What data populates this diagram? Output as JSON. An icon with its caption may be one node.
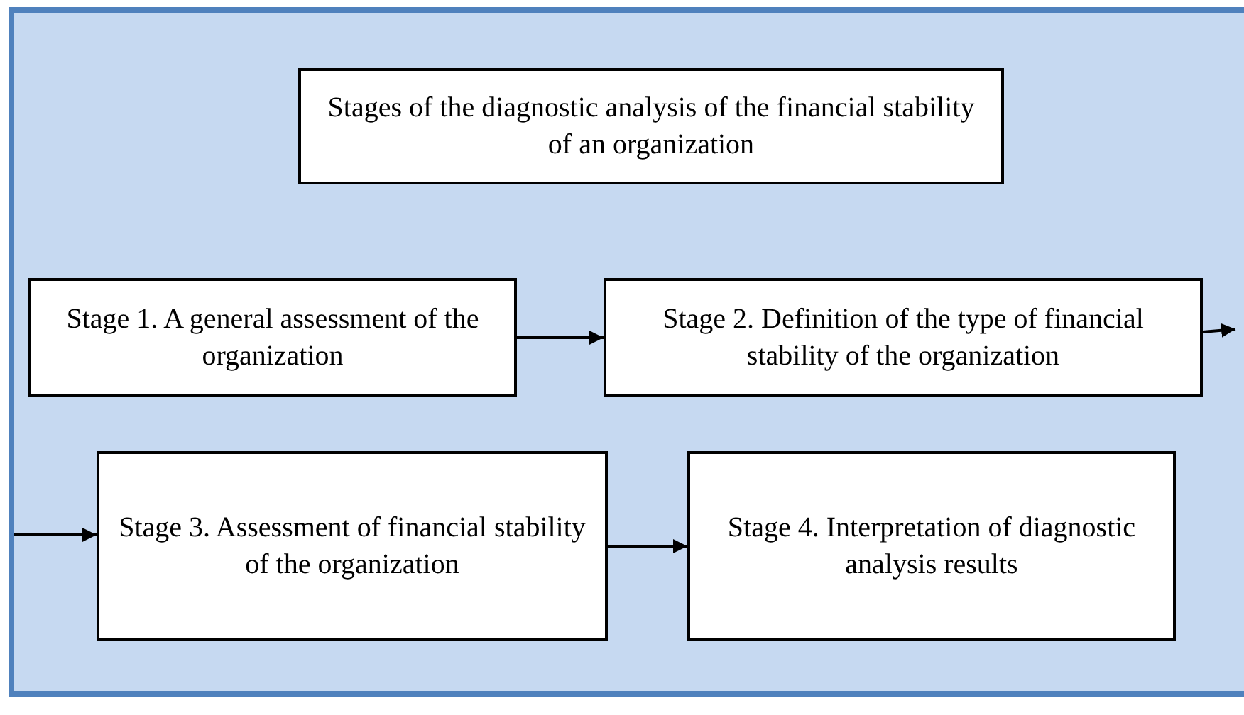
{
  "diagram": {
    "nodes": [
      {
        "text": [
          "Stages of the diagnostic analysis of the financial stability of an organization"
        ]
      },
      {
        "text": [
          "Stage 1. A general assessment of the organization"
        ]
      },
      {
        "text": [
          "Stage 2. Definition of the type of financial stability of the organization"
        ]
      },
      {
        "text": [
          "Stage 3. Assessment of financial stability of the organization"
        ]
      },
      {
        "text": [
          "Stage 4. Interpretation of diagnostic analysis results"
        ]
      }
    ],
    "edges": [
      {
        "from": 1,
        "to": 2,
        "arrow": "to"
      },
      {
        "from": 2,
        "to": null,
        "arrow": "to"
      },
      {
        "from": null,
        "to": 3,
        "arrow": "to"
      },
      {
        "from": 3,
        "to": 4,
        "arrow": "to"
      }
    ]
  }
}
